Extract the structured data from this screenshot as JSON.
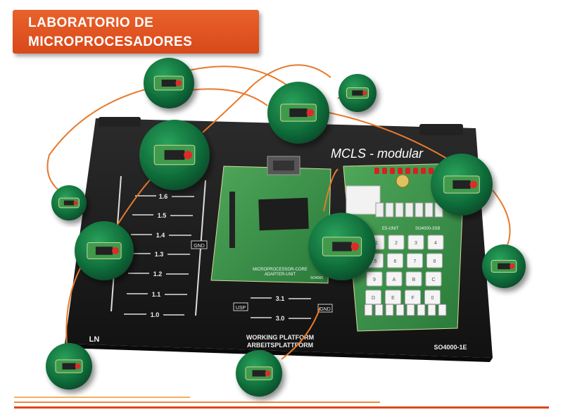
{
  "banner": {
    "line1": "LABORATORIO DE",
    "line2": "MICROPROCESADORES"
  },
  "platform": {
    "product_title": "MCLS - modular",
    "label_working": "WORKING PLATFORM",
    "label_arbeit": "ARBEITSPLATTFORM",
    "model": "SO4000-1E",
    "logo": "LN",
    "gnd": "GND",
    "usp": "USP",
    "scale_values": [
      "1.6",
      "1.5",
      "1.4",
      "1.3",
      "1.2",
      "1.1",
      "1.0"
    ],
    "scale_values_lower": [
      "3.1",
      "3.0"
    ]
  },
  "core_board": {
    "label1": "MICROPROCESSOR-CORE",
    "label2": "ADAPTER-UNIT",
    "model": "SO4000"
  },
  "keypad_board": {
    "unit_label": "E5-UNIT",
    "model": "SO4000-3SB",
    "keys": [
      "1",
      "2",
      "3",
      "4",
      "5",
      "6",
      "7",
      "8",
      "9",
      "A",
      "B",
      "C",
      "D",
      "E",
      "F",
      "0"
    ]
  },
  "colors": {
    "accent": "#e8622b",
    "platform": "#1c1c1c",
    "pcb": "#2f8a3e",
    "bubble": "#0f6b3a"
  }
}
